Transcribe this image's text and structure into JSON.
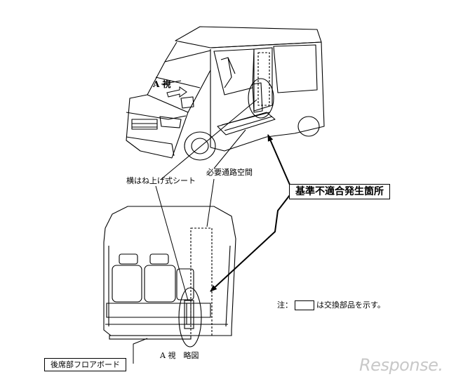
{
  "labels": {
    "view_a_arrow": "A 視",
    "side_flip_seat": "横はね上げ式シート",
    "required_aisle": "必要通路空間",
    "nonconformity": "基準不適合発生箇所",
    "note_prefix": "注：",
    "note_suffix": "は交換部品を示す。",
    "view_a_sketch": "A 視　略図",
    "floor_board": "後席部フロアボード"
  },
  "watermark": "Response.",
  "colors": {
    "line": "#000000",
    "watermark": "#c8c8c8"
  }
}
